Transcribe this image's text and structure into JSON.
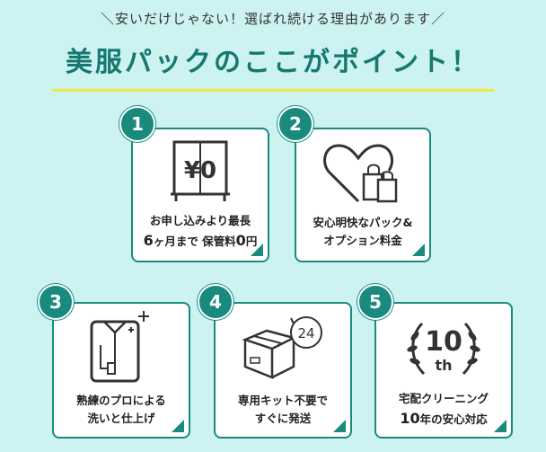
{
  "header": {
    "subtitle": "＼安いだけじゃない！選ばれ続ける理由があります／",
    "title": "美服パックのここがポイント！"
  },
  "cards": [
    {
      "number": "1",
      "line1": "お申し込みより最長",
      "line2_a": "6",
      "line2_b": "ヶ月まで 保管料",
      "line2_c": "0",
      "line2_d": "円",
      "icon_text": "¥0",
      "icon": "storage-closet-icon"
    },
    {
      "number": "2",
      "line1": "安心明快なパック&",
      "line2": "オプション料金",
      "icon": "heart-shopping-bag-icon"
    },
    {
      "number": "3",
      "line1": "熟練のプロによる",
      "line2": "洗いと仕上げ",
      "icon": "shirt-sparkle-icon"
    },
    {
      "number": "4",
      "line1": "専用キット不要で",
      "line2": "すぐに発送",
      "icon_text": "24",
      "icon": "box-24h-icon"
    },
    {
      "number": "5",
      "line1": "宅配クリーニング",
      "line2_a": "10",
      "line2_b": "年の安心対応",
      "icon_text": "10",
      "icon_sub": "th",
      "icon": "laurel-10th-icon"
    }
  ],
  "colors": {
    "accent": "#1a8a7f",
    "background": "#ccf3f1",
    "underline": "#f4e93d"
  }
}
